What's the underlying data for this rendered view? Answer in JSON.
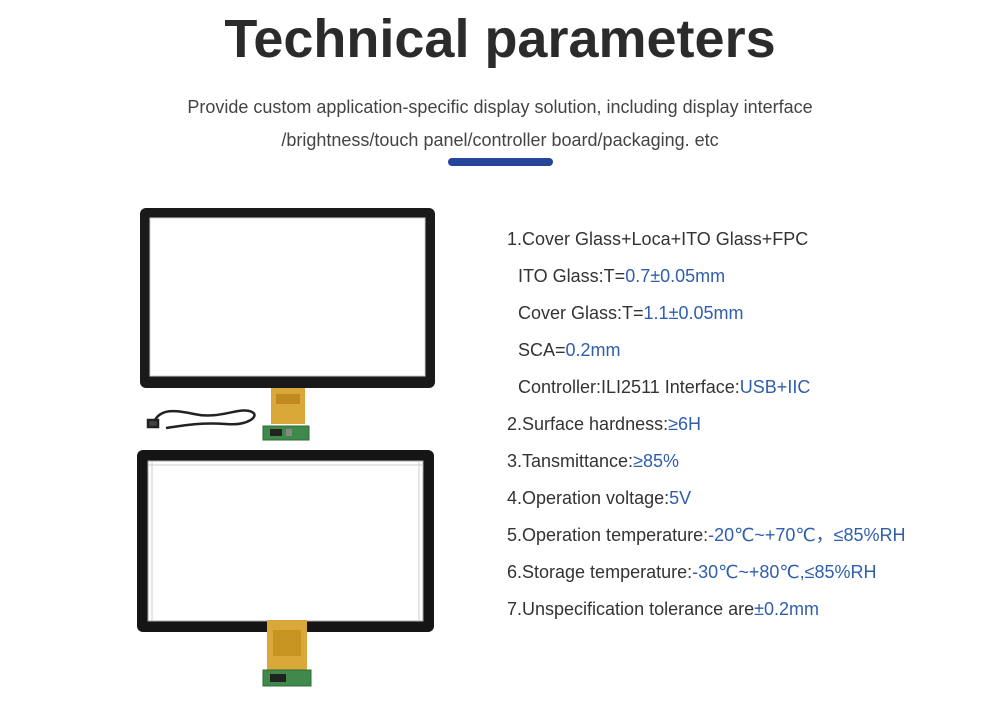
{
  "header": {
    "title": "Technical parameters",
    "subtitle_line1": "Provide custom application-specific display solution, including display interface",
    "subtitle_line2": "/brightness/touch panel/controller board/packaging. etc"
  },
  "colors": {
    "accent": "#25459a",
    "value_text": "#2f5eae",
    "body_text": "#333333"
  },
  "specs": [
    {
      "label": "1.Cover Glass+Loca+ITO Glass+FPC",
      "value": "",
      "indent": false
    },
    {
      "label": "ITO Glass:T=",
      "value": "0.7±0.05mm",
      "indent": true
    },
    {
      "label": "Cover Glass:T=",
      "value": "1.1±0.05mm",
      "indent": true
    },
    {
      "label": "SCA=",
      "value": "0.2mm",
      "indent": true
    },
    {
      "label": "Controller:ILI2511 Interface:",
      "value": "USB+IIC",
      "indent": true
    },
    {
      "label": "2.Surface hardness:",
      "value": "≥6H",
      "indent": false
    },
    {
      "label": "3.Tansmittance:",
      "value": "≥85%",
      "indent": false
    },
    {
      "label": "4.Operation voltage:",
      "value": "5V",
      "indent": false
    },
    {
      "label": "5.Operation temperature:",
      "value": "-20℃~+70℃，≤85%RH",
      "indent": false
    },
    {
      "label": "6.Storage temperature:",
      "value": "-30℃~+80℃,≤85%RH",
      "indent": false
    },
    {
      "label": "7.Unspecification tolerance are",
      "value": "±0.2mm",
      "indent": false
    }
  ],
  "images": {
    "top_panel": "touch-panel-front-view-with-usb-cable",
    "bottom_panel": "touch-panel-back-view-with-fpc"
  }
}
